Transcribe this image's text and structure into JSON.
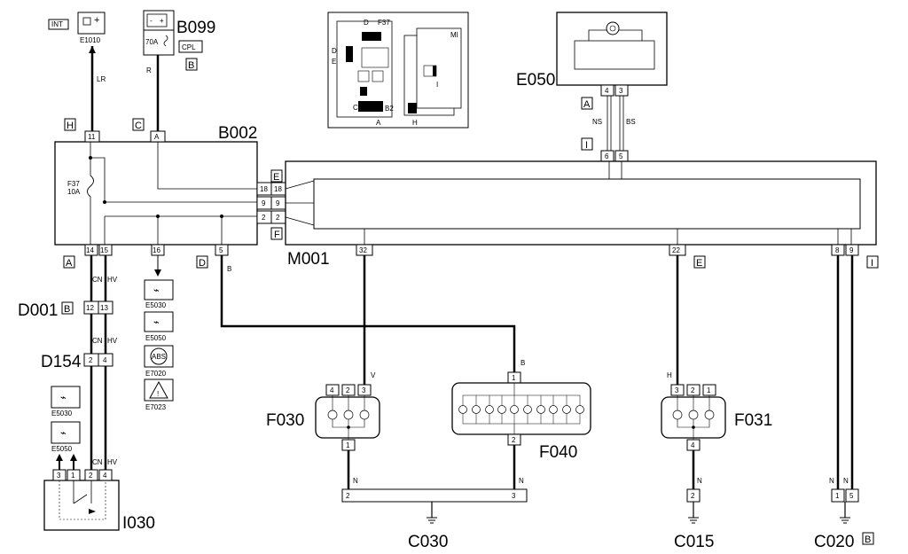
{
  "components": {
    "b002": "B002",
    "b099": "B099",
    "e050": "E050",
    "m001": "M001",
    "d001": "D001",
    "d154": "D154",
    "i030": "I030",
    "f030": "F030",
    "f040": "F040",
    "f031": "F031",
    "c030": "C030",
    "c015": "C015",
    "c020": "C020",
    "e1010": "E1010"
  },
  "tags": {
    "int": "INT",
    "cpl": "CPL",
    "b099_b": "B",
    "h": "H",
    "c": "C",
    "a_left": "A",
    "d_left": "D",
    "e_right": "E",
    "f_right": "F",
    "e050_a": "A",
    "e050_i": "I",
    "m001_e": "E",
    "m001_i": "I",
    "d001_b": "B",
    "c020_b": "B"
  },
  "fuse": {
    "name": "F37",
    "rating": "10A"
  },
  "b099_fuse": "70A",
  "pins": {
    "b002_top_11": "11",
    "b002_top_a": "A",
    "b002_right_18a": "18",
    "b002_right_18b": "18",
    "b002_right_9a": "9",
    "b002_right_9b": "9",
    "b002_right_2a": "2",
    "b002_right_2b": "2",
    "b002_bot_14": "14",
    "b002_bot_15": "15",
    "b002_bot_16": "16",
    "b002_bot_5": "5",
    "e050_4": "4",
    "e050_3": "3",
    "m001_6": "6",
    "m001_5": "5",
    "m001_32": "32",
    "m001_22": "22",
    "m001_8": "8",
    "m001_9": "9",
    "d001_12": "12",
    "d001_13": "13",
    "d154_2": "2",
    "d154_4": "4",
    "i030_3": "3",
    "i030_1": "1",
    "i030_2": "2",
    "i030_4": "4",
    "f030_4": "4",
    "f030_2": "2",
    "f030_3": "3",
    "f030_1": "1",
    "f040_1": "1",
    "f040_2": "2",
    "f031_3": "3",
    "f031_2": "2",
    "f031_1": "1",
    "f031_4": "4",
    "c030_2": "2",
    "c030_3": "3",
    "c015_2": "2",
    "c020_1": "1",
    "c020_5": "5"
  },
  "wires": {
    "lr": "LR",
    "r": "R",
    "ns": "NS",
    "bs": "BS",
    "cn1": "CN",
    "hv1": "HV",
    "cn2": "CN",
    "hv2": "HV",
    "cn3": "CN",
    "hv3": "HV",
    "b1": "B",
    "b2": "B",
    "v": "V",
    "h": "H",
    "n1": "N",
    "n2": "N",
    "n3": "N",
    "n4": "N",
    "n5": "N"
  },
  "refs": {
    "e5030a": "E5030",
    "e5050a": "E5050",
    "e7020": "E7020",
    "e7023": "E7023",
    "e5030b": "E5030",
    "e5050b": "E5050",
    "abs": "ABS"
  },
  "inset": {
    "d": "D",
    "f37": "F37",
    "d_side": "D",
    "e_side": "E",
    "c": "C",
    "b2": "B2",
    "a": "A",
    "mi": "MI",
    "i": "I",
    "h": "H"
  }
}
